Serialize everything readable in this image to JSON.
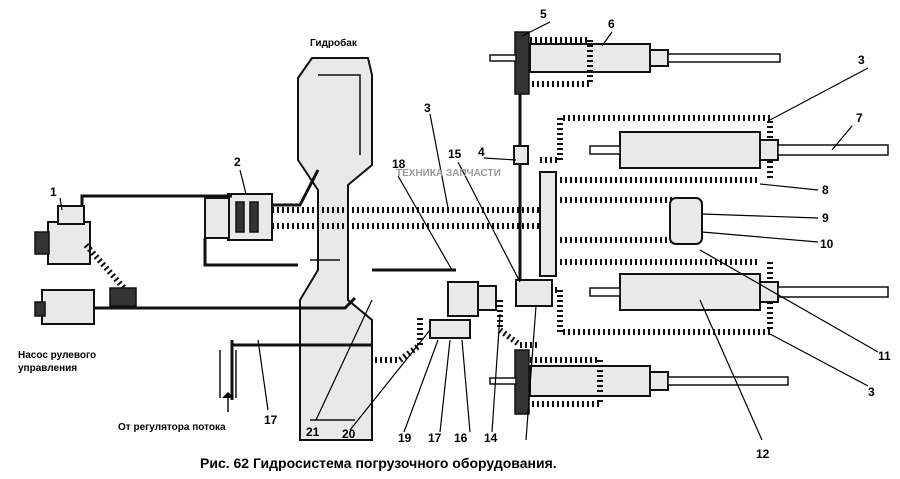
{
  "caption": "Рис.  62   Гидросистема погрузочного оборудования.",
  "text_labels": {
    "tank": "Гидробак",
    "pump_line1": "Насос рулевого",
    "pump_line2": "управления",
    "flow_regulator": "От регулятора потока"
  },
  "callouts": [
    "1",
    "2",
    "3",
    "4",
    "5",
    "6",
    "7",
    "8",
    "9",
    "10",
    "11",
    "3",
    "12",
    "14",
    "16",
    "17",
    "19",
    "20",
    "21",
    "17",
    "18",
    "15",
    "3"
  ],
  "watermark": "ТЕХНИКА  ЗАПЧАСТИ"
}
